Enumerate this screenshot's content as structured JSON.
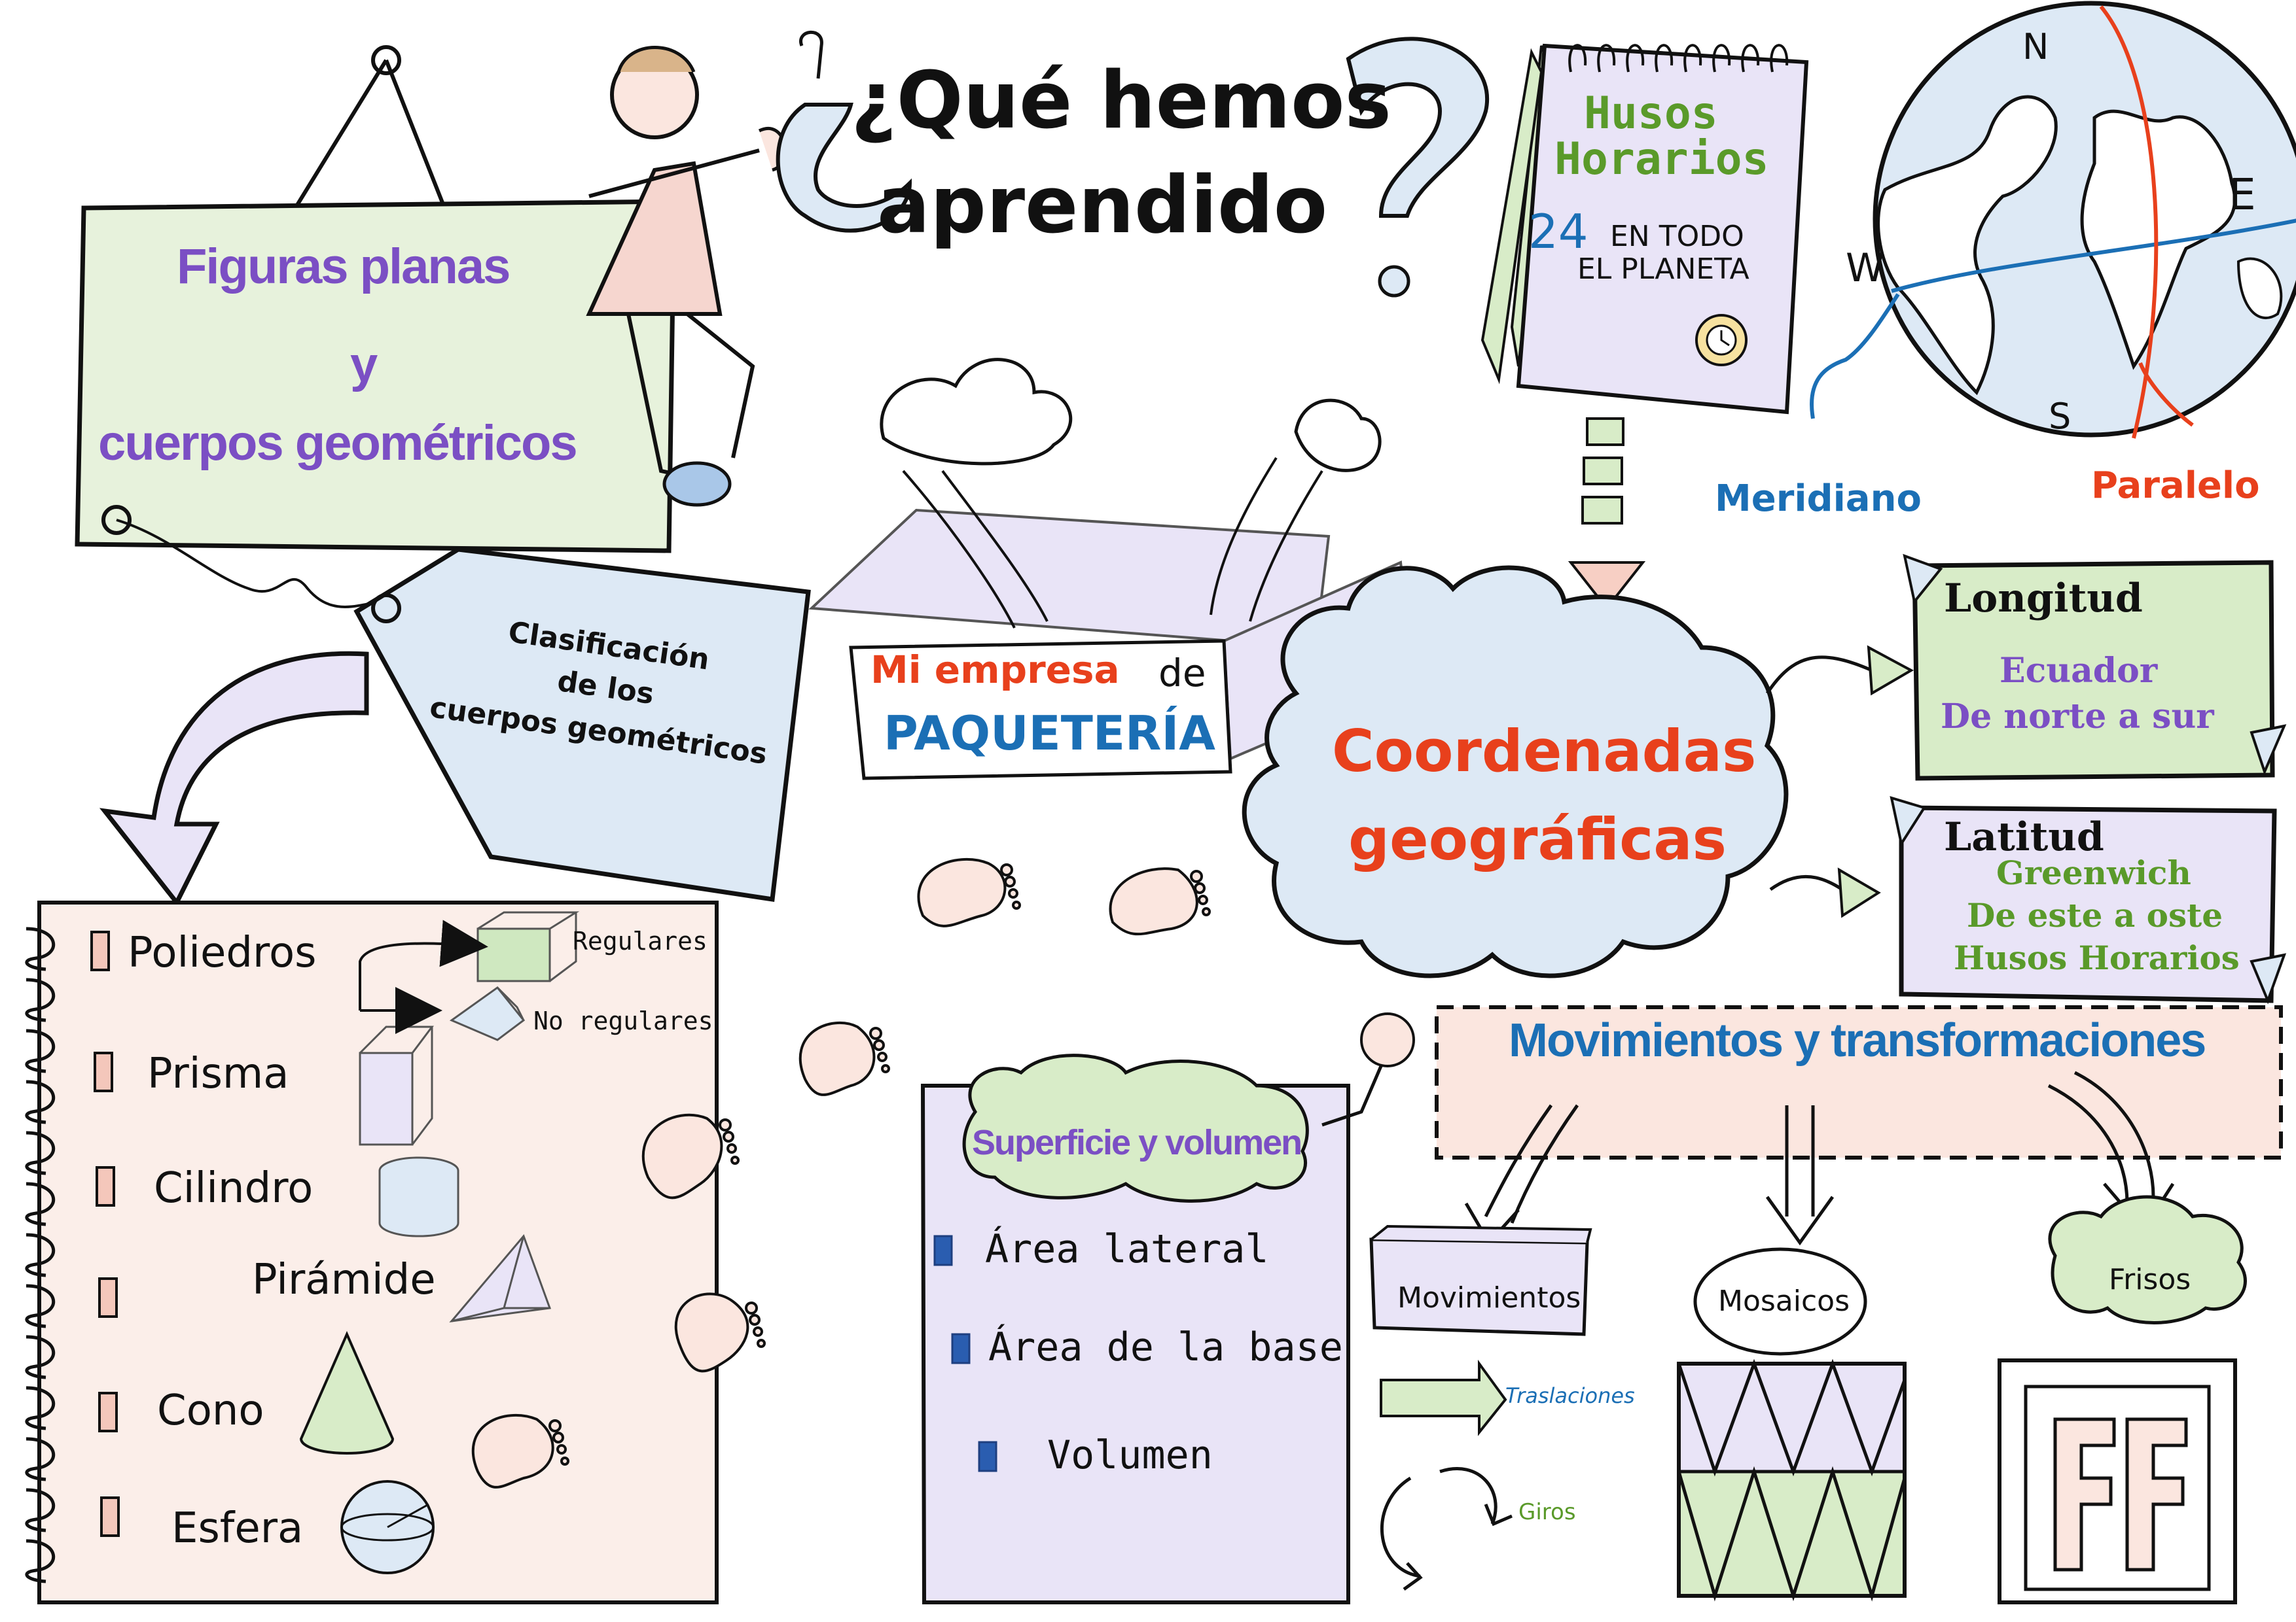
{
  "title": {
    "line1": "¿Qué hemos",
    "line2": "aprendido"
  },
  "figuras_sign": {
    "line1": "Figuras planas",
    "line2": "y",
    "line3": "cuerpos geométricos"
  },
  "tag": {
    "line1": "Clasificación",
    "line2": "de los",
    "line3": "cuerpos geométricos"
  },
  "notebook": {
    "items": [
      {
        "label": "Poliedros"
      },
      {
        "label": "Prisma"
      },
      {
        "label": "Cilindro"
      },
      {
        "label": "Pirámide"
      },
      {
        "label": "Cono"
      },
      {
        "label": "Esfera"
      }
    ],
    "poliedros_types": [
      "Regulares",
      "No regulares"
    ]
  },
  "box": {
    "line1_a": "Mi empresa",
    "line1_b": "de",
    "line2": "PAQUETERÍA"
  },
  "calendar": {
    "line1": "Husos",
    "line2": "Horarios",
    "number": "24",
    "text1": "EN TODO",
    "text2": "EL PLANETA"
  },
  "globe": {
    "north": "N",
    "east": "E",
    "south": "S",
    "west": "W",
    "meridiano": "Meridiano",
    "paralelo": "Paralelo"
  },
  "coordenadas": {
    "line1": "Coordenadas",
    "line2": "geográficas"
  },
  "longitud": {
    "title": "Longitud",
    "line1": "Ecuador",
    "line2": "De norte a sur"
  },
  "latitud": {
    "title": "Latitud",
    "line1": "Greenwich",
    "line2": "De este a oste",
    "line3": "Husos Horarios"
  },
  "superficie": {
    "title": "Superficie y volumen",
    "items": [
      "Área lateral",
      "Área de la base",
      "Volumen"
    ]
  },
  "movimientos": {
    "title": "Movimientos y transformaciones",
    "movimientos": "Movimientos",
    "traslaciones": "Traslaciones",
    "giros": "Giros",
    "mosaicos": "Mosaicos",
    "frisos": "Frisos"
  },
  "colors": {
    "purple": "#7b4fc4",
    "green": "#5a9a2a",
    "red": "#e8401c",
    "blue": "#1b6fb5",
    "mint": "#e7f2dc",
    "lavender": "#e9e4f7",
    "peach": "#fbe6df",
    "skyblue": "#dde9f5"
  }
}
